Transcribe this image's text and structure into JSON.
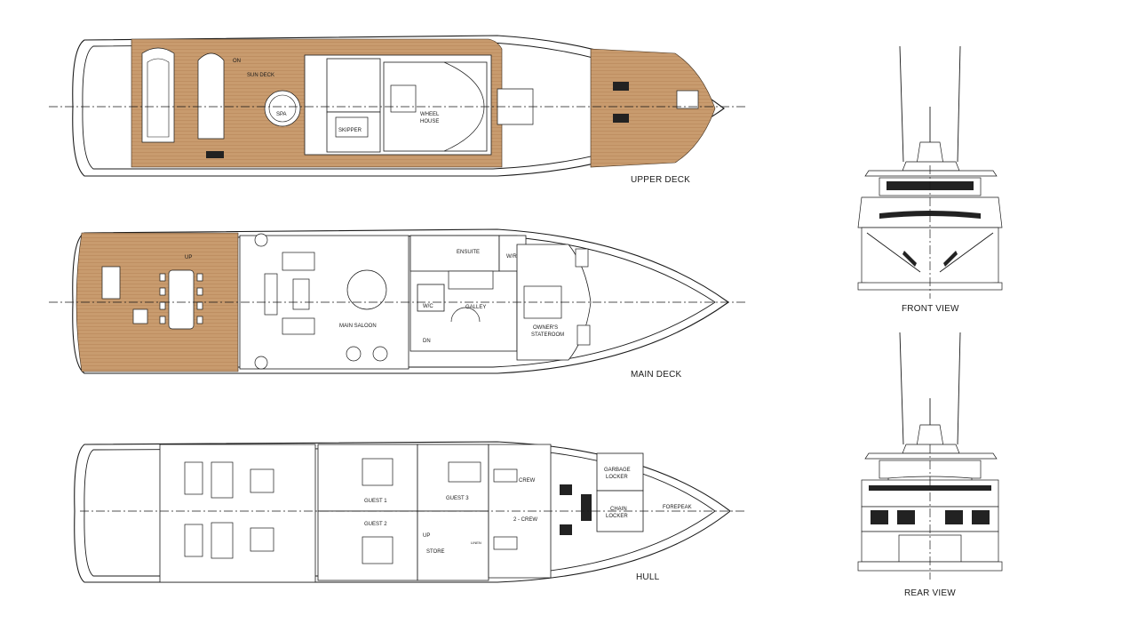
{
  "colors": {
    "teak": "#c89b6e",
    "teak_line": "#b8875a",
    "ink": "#1a1a1a",
    "background": "#ffffff"
  },
  "views": {
    "upper_deck": "UPPER DECK",
    "main_deck": "MAIN DECK",
    "hull": "HULL",
    "front_view": "FRONT VIEW",
    "rear_view": "REAR VIEW"
  },
  "upper_deck_labels": {
    "sun_deck": "SUN DECK",
    "spa": "SPA",
    "skipper": "SKIPPER",
    "wheel_house": "WHEEL",
    "wheel_house_2": "HOUSE",
    "on": "ON"
  },
  "main_deck_labels": {
    "up": "UP",
    "ensuite": "ENSUITE",
    "wir": "W/R",
    "galley": "GALLEY",
    "wc": "W/C",
    "dn": "DN",
    "main_saloon": "MAIN SALOON",
    "owners": "OWNER'S",
    "stateroom": "STATEROOM"
  },
  "hull_labels": {
    "guest1": "GUEST 1",
    "guest2": "GUEST 2",
    "guest3": "GUEST 3",
    "crew": "CREW",
    "crew2": "2 - CREW",
    "store": "STORE",
    "up": "UP",
    "linen": "LINEN",
    "garbage": "GARBAGE",
    "locker": "LOCKER",
    "chain": "CHAIN",
    "chain_locker": "LOCKER",
    "forepeak": "FOREPEAK"
  }
}
